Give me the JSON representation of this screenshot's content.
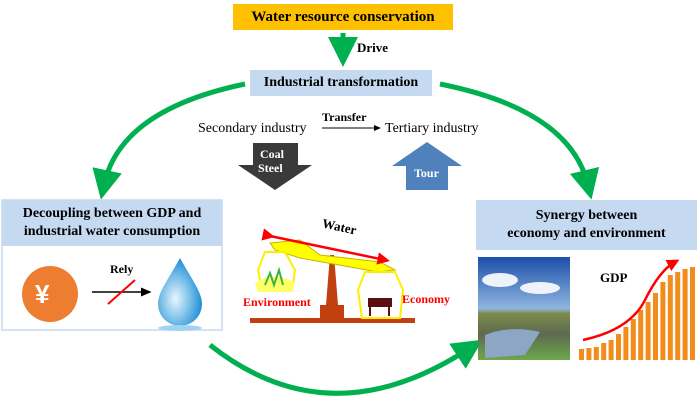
{
  "top_box": "Water resource conservation",
  "drive_label": "Drive",
  "industrial_box": "Industrial transformation",
  "secondary": "Secondary industry",
  "transfer": "Transfer",
  "tertiary": "Tertiary industry",
  "down_arrow": {
    "line1": "Coal",
    "line2": "Steel"
  },
  "up_arrow": "Tour",
  "left_panel": {
    "title_line1": "Decoupling between GDP and",
    "title_line2": "industrial water consumption",
    "rely": "Rely",
    "coin_symbol": "¥"
  },
  "scale": {
    "water": "Water",
    "environment": "Environment",
    "economy": "Economy"
  },
  "right_panel": {
    "title_line1": "Synergy between",
    "title_line2": "economy and environment",
    "gdp": "GDP"
  },
  "colors": {
    "yellow": "#ffc000",
    "blue_box": "#c5d9f1",
    "green": "#00b050",
    "orange": "#ed7d31",
    "red": "#ff0000"
  }
}
